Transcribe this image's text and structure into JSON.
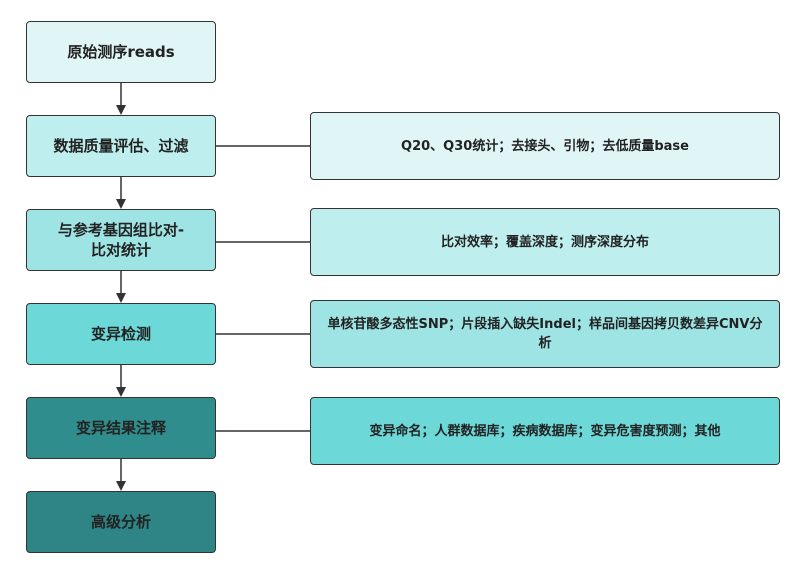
{
  "steps": [
    {
      "label": "原始测序reads"
    },
    {
      "label": "数据质量评估、过滤"
    },
    {
      "label": "与参考基因组比对-\n比对统计"
    },
    {
      "label": "变异检测"
    },
    {
      "label": "变异结果注释"
    },
    {
      "label": "高级分析"
    }
  ],
  "details": [
    {
      "label": "Q20、Q30统计；去接头、引物；去低质量base"
    },
    {
      "label": "比对效率；覆盖深度；测序深度分布"
    },
    {
      "label": "单核苷酸多态性SNP；片段插入缺失Indel；样品间基因拷贝数差异CNV分析"
    },
    {
      "label": "变异命名；人群数据库；疾病数据库；变异危害度预测；其他"
    }
  ]
}
